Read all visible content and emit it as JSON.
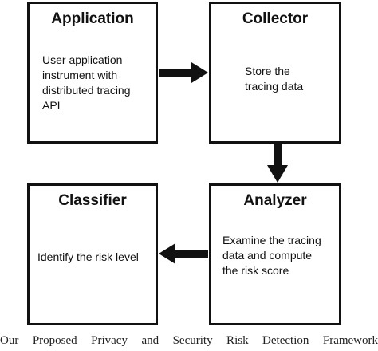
{
  "diagram": {
    "nodes": [
      {
        "id": "application",
        "title": "Application",
        "body": "User application\ninstrument with\ndistributed tracing\nAPI"
      },
      {
        "id": "collector",
        "title": "Collector",
        "body": "Store the\ntracing data"
      },
      {
        "id": "analyzer",
        "title": "Analyzer",
        "body": "Examine the tracing\ndata and compute\nthe risk score"
      },
      {
        "id": "classifier",
        "title": "Classifier",
        "body": "Identify the risk level"
      }
    ],
    "edges": [
      {
        "from": "application",
        "to": "collector"
      },
      {
        "from": "collector",
        "to": "analyzer"
      },
      {
        "from": "analyzer",
        "to": "classifier"
      }
    ],
    "colors": {
      "stroke": "#111111",
      "background": "#ffffff"
    }
  },
  "caption": {
    "text": "Our Proposed Privacy and Security Risk Detection Framework"
  }
}
